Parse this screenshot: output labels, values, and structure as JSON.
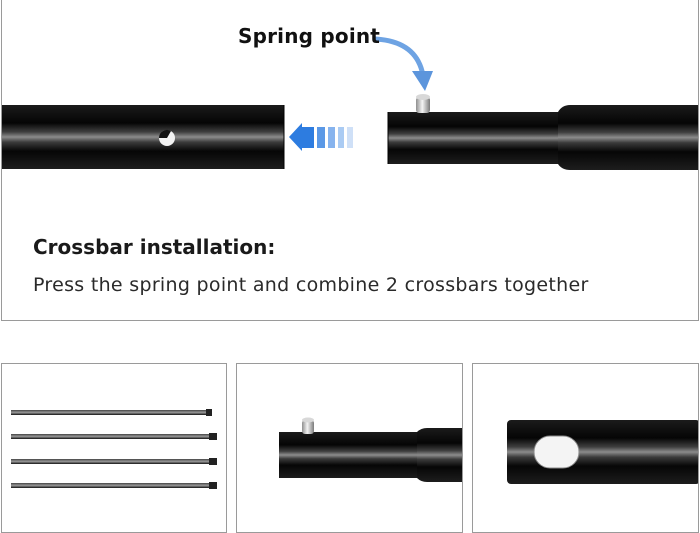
{
  "callout": {
    "label": "Spring point"
  },
  "instructions": {
    "title": "Crossbar installation:",
    "description": "Press the spring point and combine 2 crossbars together"
  },
  "icons": {
    "direction_arrow": "arrow-left-icon",
    "callout_arrow": "curved-arrow-icon"
  },
  "colors": {
    "tube": "#0d0d0d",
    "arrow_blue": "#2d7ce0",
    "border": "#9a9a9a"
  },
  "detail_panels": [
    {
      "content": "four crossbars"
    },
    {
      "content": "spring point close-up"
    },
    {
      "content": "tube hole close-up"
    }
  ]
}
